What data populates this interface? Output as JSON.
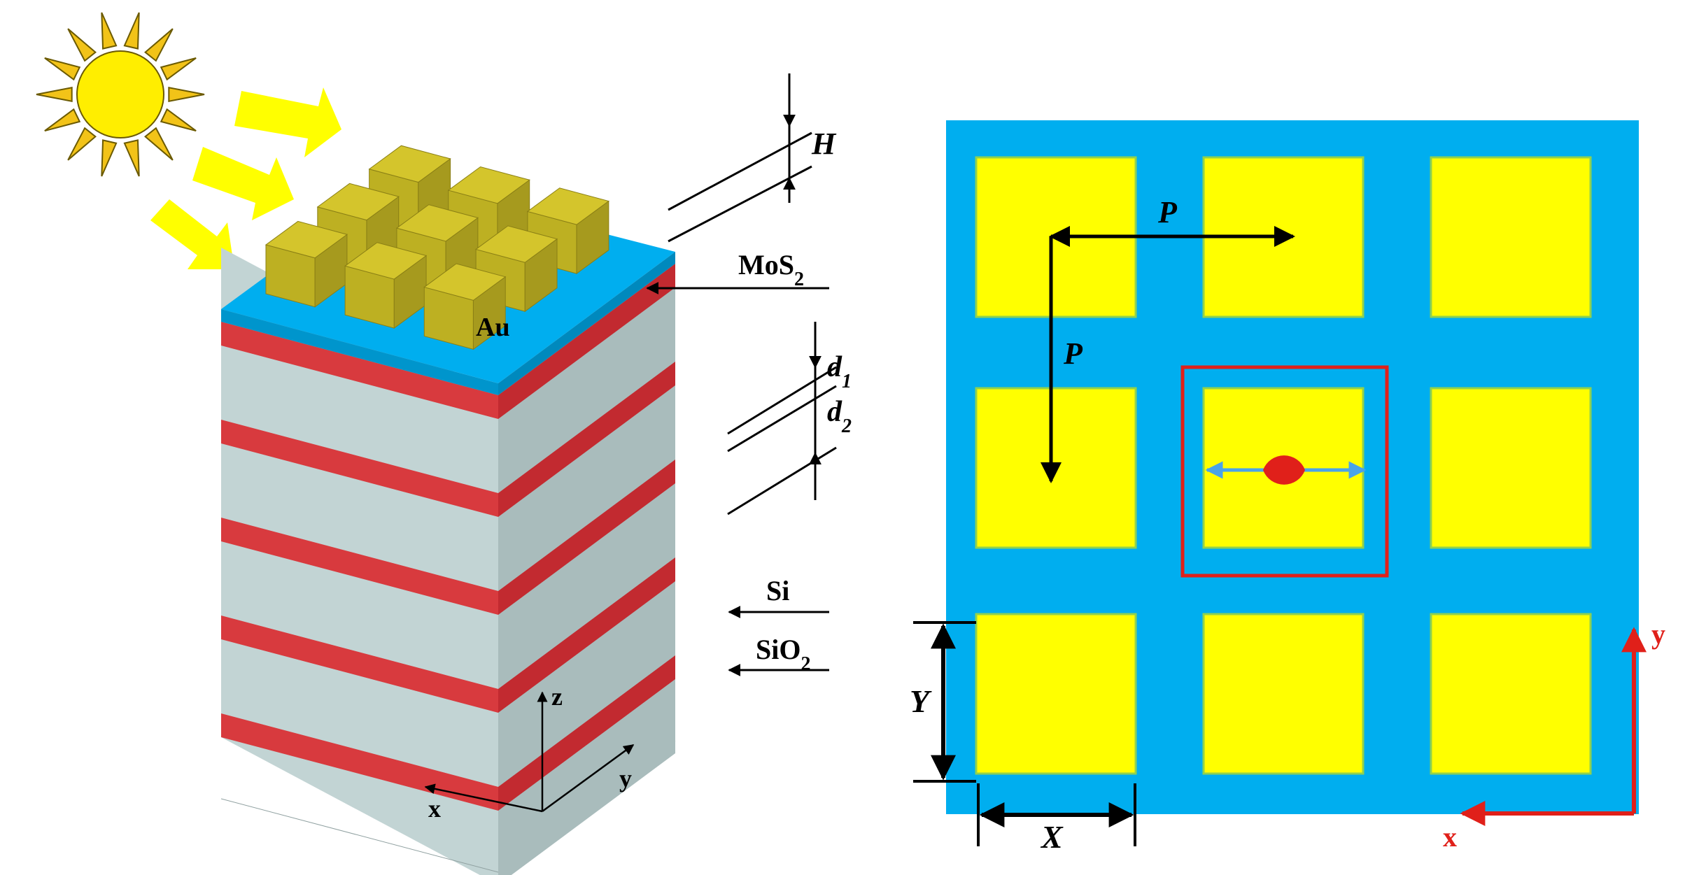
{
  "left_panel": {
    "layer_labels": {
      "H": "H",
      "mos2": "MoS",
      "mos2_sub": "2",
      "au": "Au",
      "d1": "d",
      "d1_sub": "1",
      "d2": "d",
      "d2_sub": "2",
      "si": "Si",
      "sio2": "SiO",
      "sio2_sub": "2"
    },
    "axes": {
      "x": "x",
      "y": "y",
      "z": "z"
    },
    "bilayer_count": 5
  },
  "right_panel": {
    "labels": {
      "P_horizontal": "P",
      "P_vertical": "P",
      "Y": "Y",
      "X": "X"
    },
    "axes": {
      "x": "x",
      "y": "y"
    },
    "grid": {
      "rows": 3,
      "cols": 3
    }
  },
  "colors": {
    "substrate_blue": "#00aeef",
    "gold_top": "#d4c52c",
    "gold_side": "#bdb022",
    "gold_dark": "#a69a1e",
    "patch_yellow": "#ffff00",
    "patch_edge": "#8fd14f",
    "si_layer": "#c2d4d4",
    "sio2_layer": "#d83a3e",
    "unit_cell_box": "#e0201a",
    "source_red": "#e0201a",
    "polarization_arrow": "#4aa3e8",
    "sun_fill": "#ffee00",
    "ray_fill": "#ffff00"
  }
}
